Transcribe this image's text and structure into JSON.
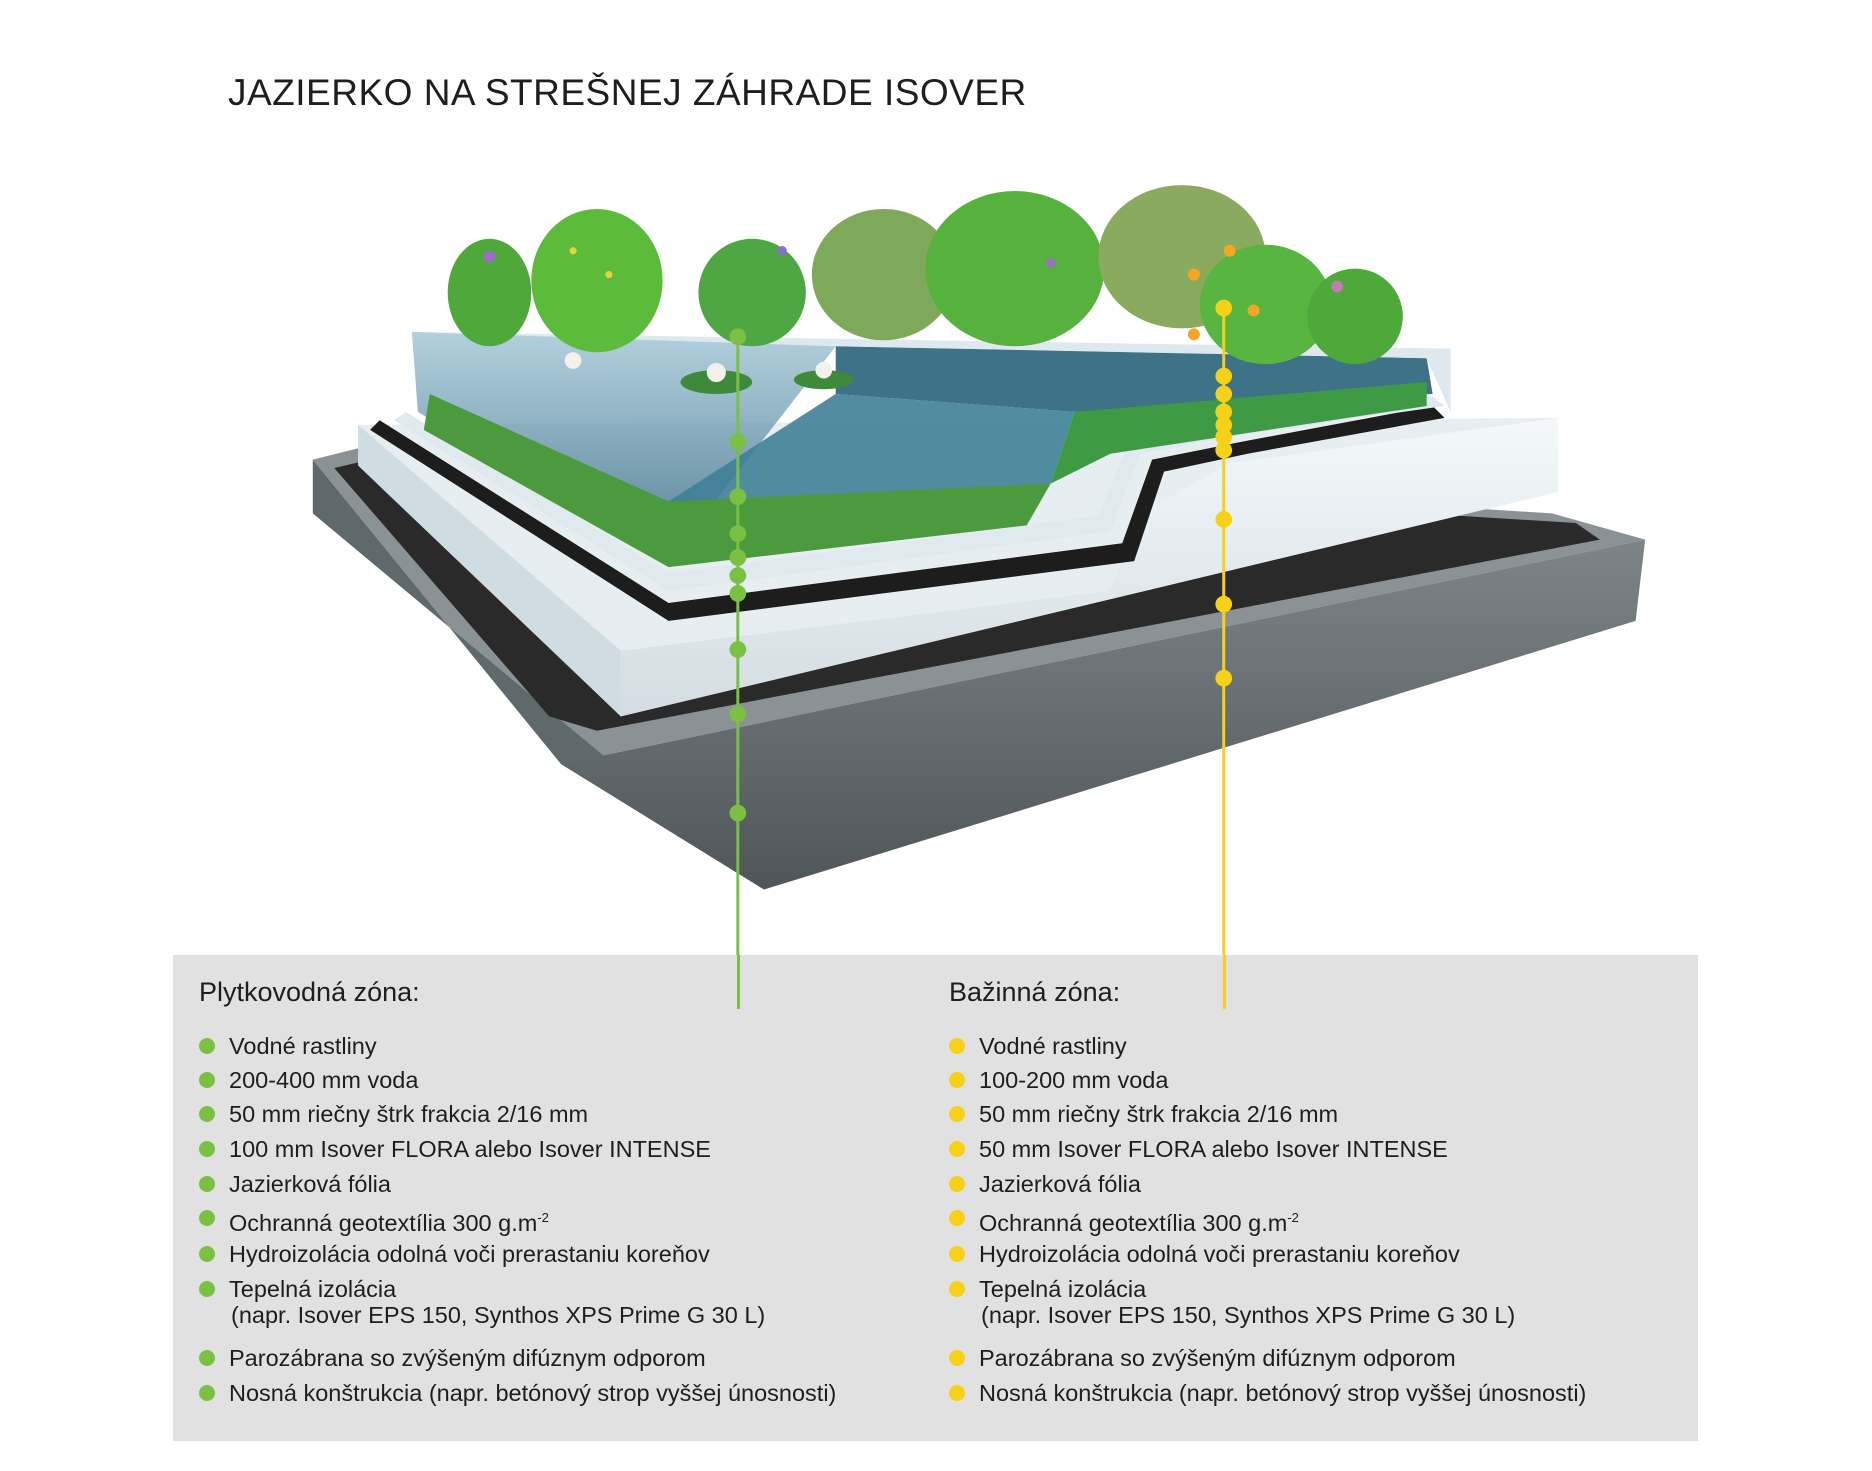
{
  "title": "JAZIERKO NA STREŠNEJ ZÁHRADE ISOVER",
  "colors": {
    "shallow_zone": "#7ac143",
    "marsh_zone": "#f7d117",
    "legend_bg": "#e1e1e1"
  },
  "zones": [
    {
      "title": "Plytkovodná zóna:",
      "items": [
        {
          "text": "Vodné rastliny"
        },
        {
          "text": "200-400 mm voda"
        },
        {
          "text": "50 mm riečny štrk frakcia 2/16 mm"
        },
        {
          "text": "100 mm Isover FLORA alebo Isover INTENSE"
        },
        {
          "text": "Jazierková fólia"
        },
        {
          "text": "Ochranná geotextília 300 g.m",
          "sup": "-2"
        },
        {
          "text": "Hydroizolácia odolná voči prerastaniu koreňov"
        },
        {
          "text": "Tepelná izolácia",
          "line2": "(napr. Isover EPS 150, Synthos XPS Prime G 30 L)"
        },
        {
          "text": "Parozábrana so zvýšeným difúznym odporom"
        },
        {
          "text": "Nosná konštrukcia (napr. betónový strop vyššej únosnosti)"
        }
      ]
    },
    {
      "title": "Bažinná zóna:",
      "items": [
        {
          "text": "Vodné rastliny"
        },
        {
          "text": "100-200 mm voda"
        },
        {
          "text": "50 mm riečny štrk frakcia 2/16 mm"
        },
        {
          "text": "50 mm Isover FLORA alebo Isover INTENSE"
        },
        {
          "text": "Jazierková fólia"
        },
        {
          "text": "Ochranná geotextília 300 g.m",
          "sup": "-2"
        },
        {
          "text": "Hydroizolácia odolná voči prerastaniu koreňov"
        },
        {
          "text": "Tepelná izolácia",
          "line2": "(napr. Isover EPS 150, Synthos XPS Prime G 30 L)"
        },
        {
          "text": "Parozábrana so zvýšeným difúznym odporom"
        },
        {
          "text": "Nosná konštrukcia (napr. betónový strop vyššej únosnosti)"
        }
      ]
    }
  ]
}
